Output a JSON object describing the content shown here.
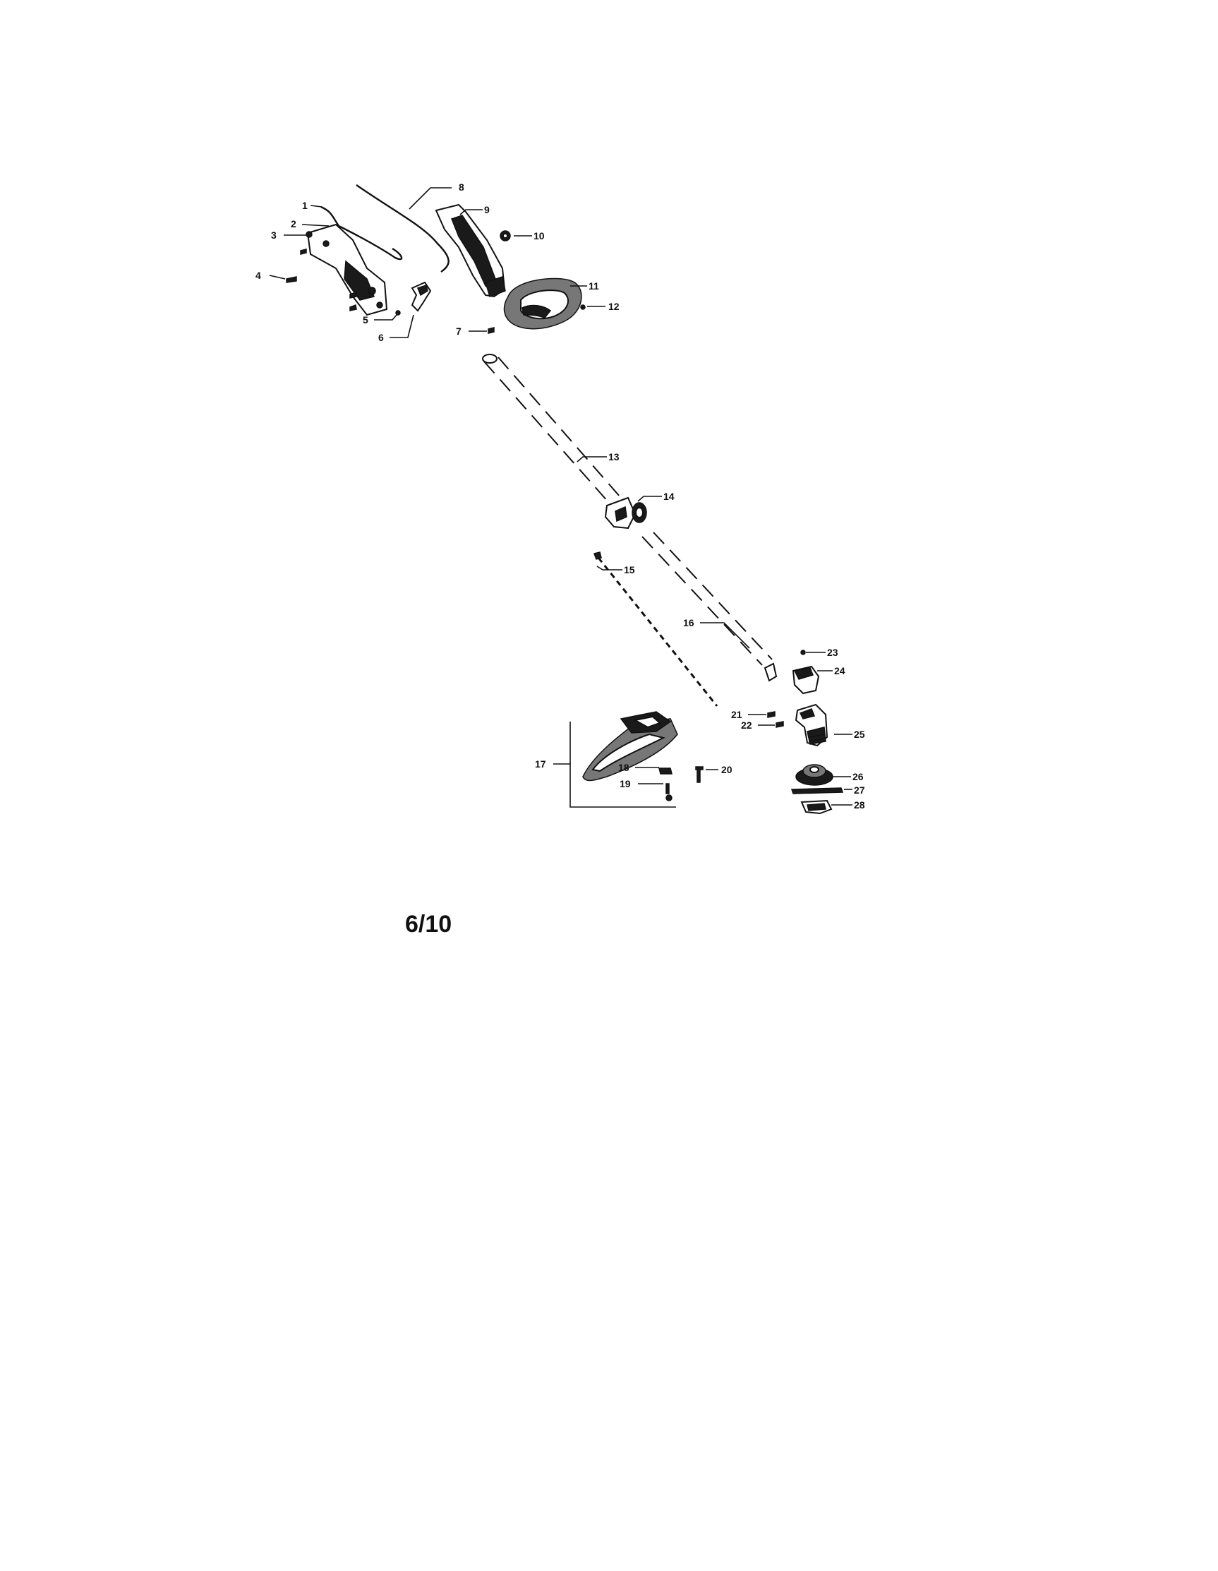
{
  "diagram": {
    "callouts": [
      "1",
      "2",
      "3",
      "4",
      "5",
      "6",
      "7",
      "8",
      "9",
      "10",
      "11",
      "12",
      "13",
      "14",
      "15",
      "16",
      "17",
      "18",
      "19",
      "20",
      "21",
      "22",
      "23",
      "24",
      "25",
      "26",
      "27",
      "28"
    ]
  },
  "page_number": "6/10"
}
